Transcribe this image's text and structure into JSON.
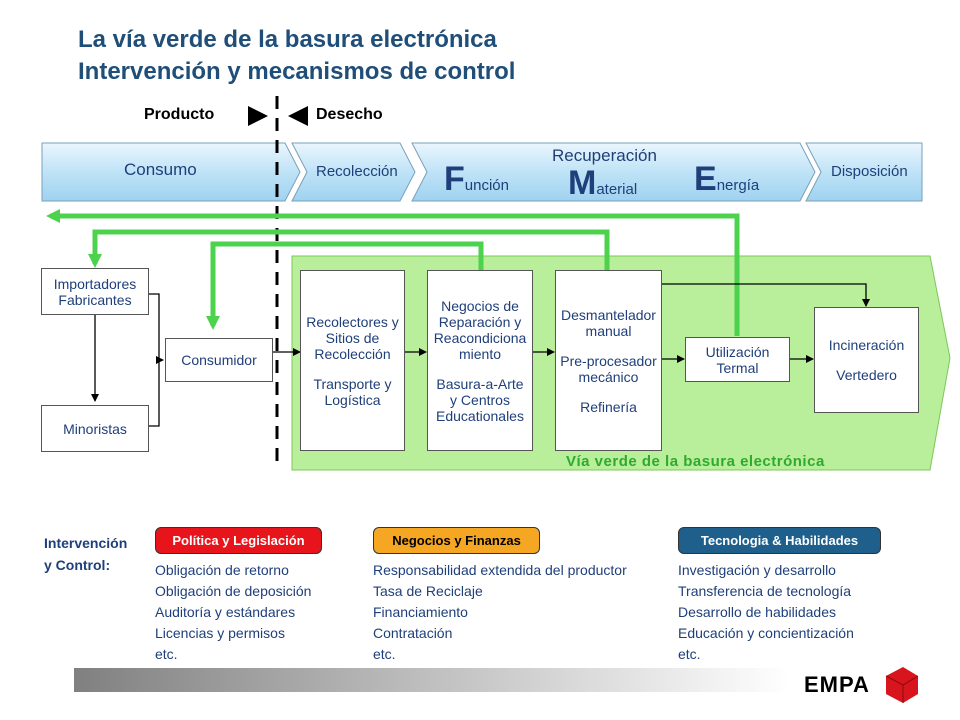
{
  "title": {
    "line1": "La vía verde de la basura electrónica",
    "line2": "Intervención y mecanismos de control"
  },
  "divider": {
    "left": "Producto",
    "right": "Desecho"
  },
  "phases": {
    "consumo": "Consumo",
    "recoleccion": "Recolección",
    "recuperacion": "Recuperación",
    "disposicion": "Disposición",
    "fme": [
      {
        "cap": "F",
        "rest": "unción"
      },
      {
        "cap": "M",
        "rest": "aterial"
      },
      {
        "cap": "E",
        "rest": "nergía"
      }
    ]
  },
  "boxes": {
    "importadores": [
      "Importadores",
      "Fabricantes"
    ],
    "minoristas": [
      "Minoristas"
    ],
    "consumidor": [
      "Consumidor"
    ],
    "recolectores": [
      "Recolectores y",
      "Sitios de",
      "Recolección",
      "",
      "Transporte y",
      "Logística"
    ],
    "negocios": [
      "Negocios de",
      "Reparación y",
      "Reacondiciona",
      "miento",
      "",
      "Basura-a-Arte",
      "y Centros",
      "Educationales"
    ],
    "desmantelador": [
      "Desmantelador",
      "manual",
      "",
      "Pre-procesador",
      "mecánico",
      "",
      "Refinería"
    ],
    "utilizacion": [
      "Utilización",
      "Termal"
    ],
    "incineracion": [
      "Incineración",
      "",
      "Vertedero"
    ]
  },
  "green_caption": "Vía verde de la basura electrónica",
  "intervention": {
    "label": [
      "Intervención",
      "y Control:"
    ],
    "categories": [
      {
        "title": "Política y Legislación",
        "color": "#e8141c",
        "text_color": "#ffffff",
        "items": [
          "Obligación de retorno",
          "Obligación de deposición",
          "Auditoría y estándares",
          "Licencias y permisos",
          "etc."
        ]
      },
      {
        "title": "Negocios y Finanzas",
        "color": "#f5a623",
        "text_color": "#000000",
        "items": [
          "Responsabilidad extendida del productor",
          "Tasa de Reciclaje",
          "Financiamiento",
          "Contratación",
          "etc."
        ]
      },
      {
        "title": "Tecnologia & Habilidades",
        "color": "#1f5f8b",
        "text_color": "#ffffff",
        "items": [
          "Investigación y desarrollo",
          "Transferencia de tecnología",
          "Desarrollo de habilidades",
          "Educación y concientización",
          "etc."
        ]
      }
    ]
  },
  "logo": "EMPA",
  "colors": {
    "green": "#4cd24c",
    "light_green": "#b9ef9a",
    "phase_fill": "#bfe3f7",
    "title": "#1f4e79"
  }
}
